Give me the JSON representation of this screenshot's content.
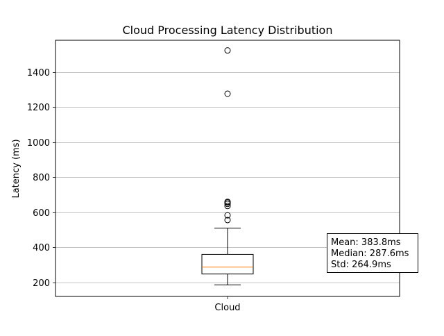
{
  "chart_data": {
    "type": "boxplot",
    "title": "Cloud Processing Latency Distribution",
    "xlabel": "",
    "ylabel": "Latency (ms)",
    "categories": [
      "Cloud"
    ],
    "ylim": [
      120,
      1582
    ],
    "yticks": [
      200,
      400,
      600,
      800,
      1000,
      1200,
      1400
    ],
    "grid": "y",
    "box": {
      "whisker_low": 186,
      "q1": 248,
      "median": 287.6,
      "q3": 360,
      "whisker_high": 510
    },
    "outliers": [
      556,
      583,
      636,
      648,
      656,
      660,
      1277,
      1524
    ],
    "stats": {
      "mean": "Mean: 383.8ms",
      "median": "Median: 287.6ms",
      "std": "Std: 264.9ms"
    },
    "colors": {
      "box": "#000000",
      "median": "#ff7f0e",
      "grid": "#b0b0b0",
      "outlier": "#000000"
    }
  }
}
